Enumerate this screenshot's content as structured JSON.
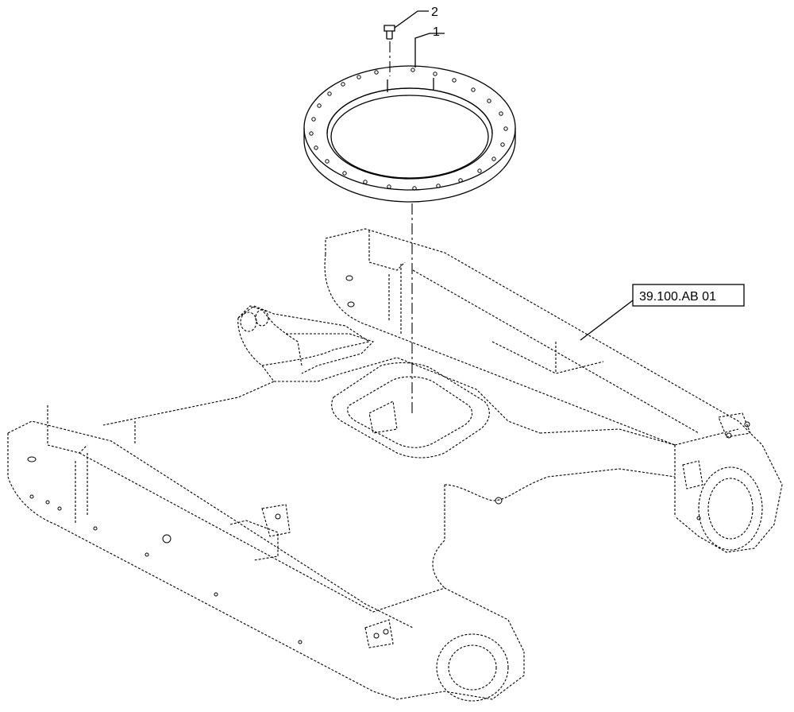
{
  "callouts": {
    "item_1": "1",
    "item_2": "2",
    "reference": "39.100.AB 01"
  }
}
